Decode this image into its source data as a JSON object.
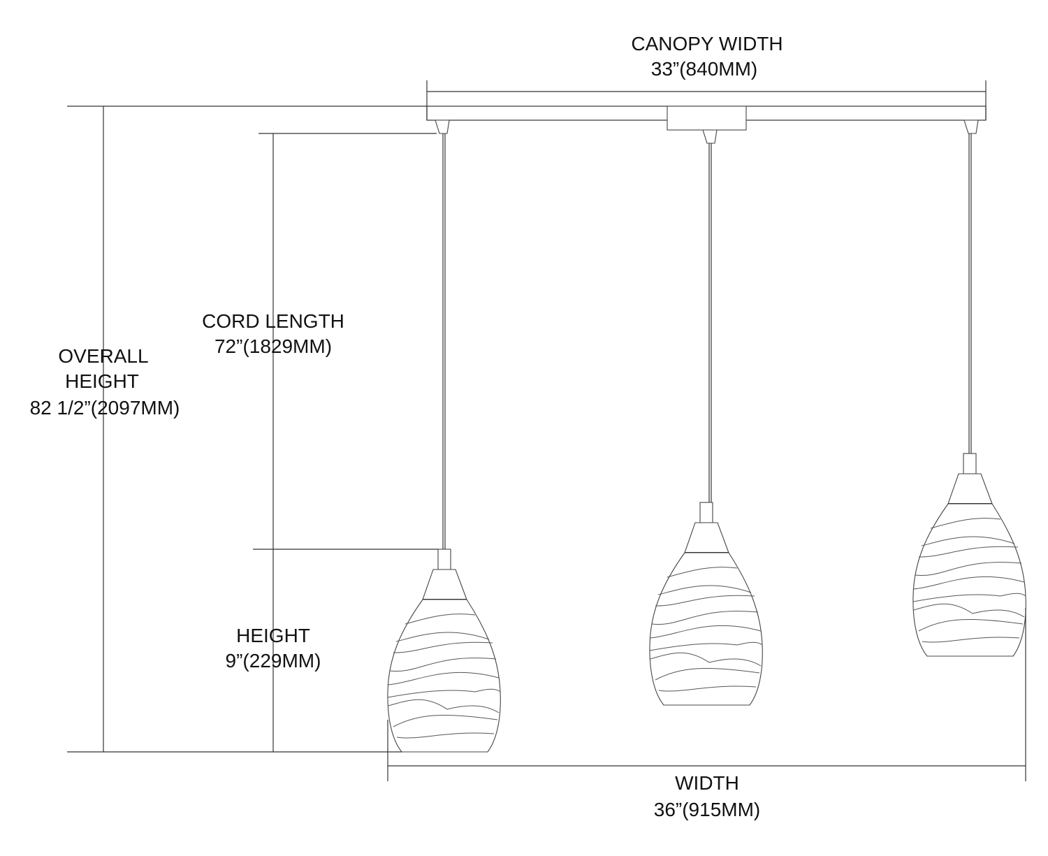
{
  "canopy_width": {
    "title": "CANOPY WIDTH",
    "value": "33”(840MM)"
  },
  "cord_length": {
    "title": "CORD LENGTH",
    "value": "72”(1829MM)"
  },
  "overall_height": {
    "title_line1": "OVERALL",
    "title_line2": "HEIGHT",
    "value": "82 1/2”(2097MM)"
  },
  "height": {
    "title": "HEIGHT",
    "value": "9”(229MM)"
  },
  "width": {
    "title": "WIDTH",
    "value": "36”(915MM)"
  }
}
